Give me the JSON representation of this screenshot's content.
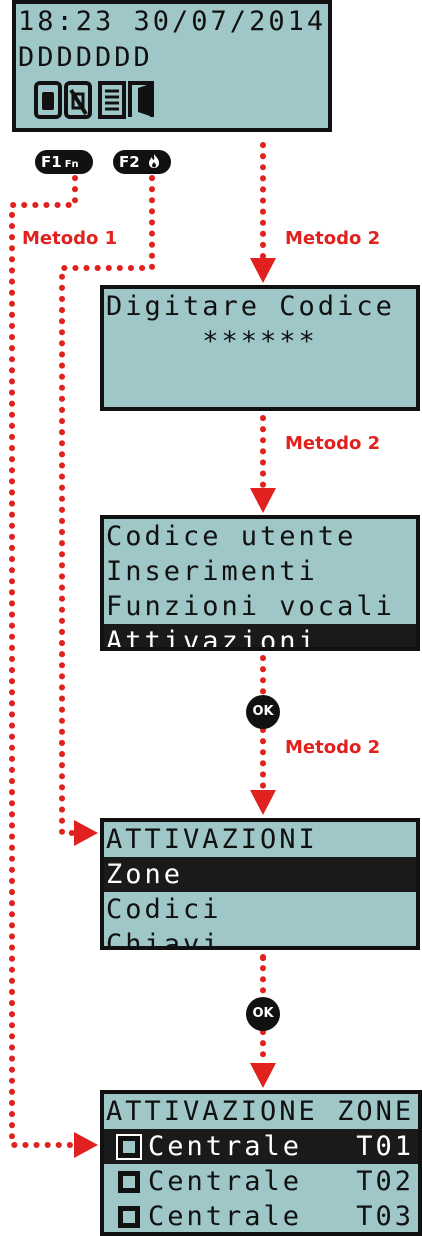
{
  "screen_main": {
    "lines": [
      "18:23 30/07/2014",
      "DDDDDDD"
    ],
    "icons": [
      "siren-icon",
      "siren-disabled-icon",
      "event-log-icon",
      "door-icon"
    ]
  },
  "keys": {
    "f1_label": "F1",
    "f1_sub": "Fn",
    "f2_label": "F2",
    "f2_icon": "fire-icon",
    "ok_1": "OK",
    "ok_2": "OK"
  },
  "labels": {
    "metodo1": "Metodo 1",
    "metodo2_a": "Metodo 2",
    "metodo2_b": "Metodo 2",
    "metodo2_c": "Metodo 2"
  },
  "screen_code": {
    "line1": "Digitare Codice",
    "line2": "******"
  },
  "screen_menu": {
    "items": [
      "Codice utente",
      "Inserimenti",
      "Funzioni vocali",
      "Attivazioni"
    ],
    "selected": "Attivazioni"
  },
  "screen_attivazioni": {
    "title": "ATTIVAZIONI",
    "items": [
      "Zone",
      "Codici",
      "Chiavi"
    ],
    "selected": "Zone"
  },
  "screen_zone": {
    "title": "ATTIVAZIONE ZONE",
    "rows": [
      {
        "name": "Centrale",
        "code": "T01"
      },
      {
        "name": "Centrale",
        "code": "T02"
      },
      {
        "name": "Centrale",
        "code": "T03"
      }
    ]
  },
  "colors": {
    "lcd_background": "#9fc7c8",
    "arrow_red": "#e0211d",
    "highlight": "#1a1a1a"
  }
}
